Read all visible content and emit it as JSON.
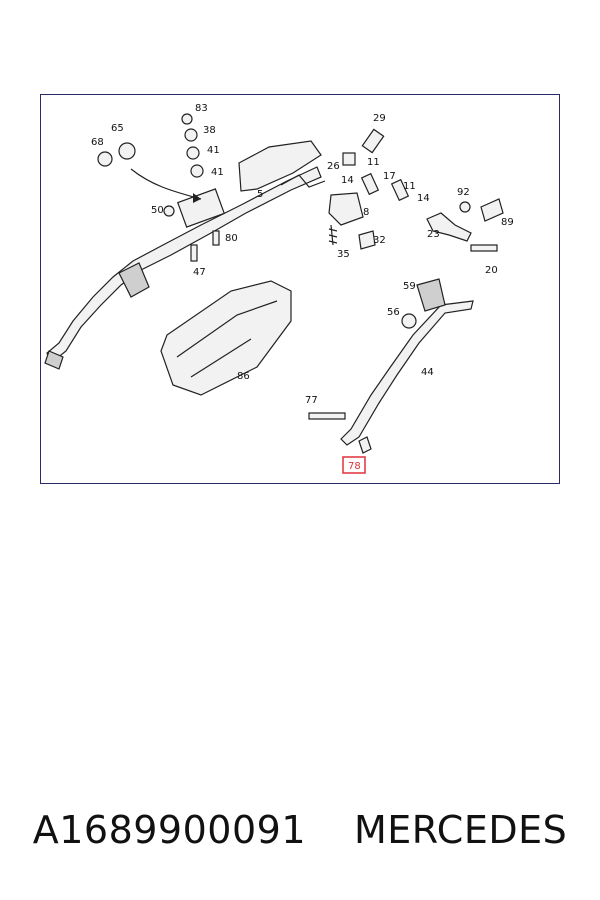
{
  "diagram": {
    "callouts": [
      "83",
      "38",
      "41",
      "41",
      "65",
      "68",
      "5",
      "29",
      "26",
      "11",
      "14",
      "17",
      "11",
      "14",
      "92",
      "89",
      "8",
      "23",
      "50",
      "80",
      "47",
      "32",
      "35",
      "20",
      "59",
      "56",
      "44",
      "86",
      "77",
      "78"
    ],
    "highlighted": "78",
    "colors": {
      "frame": "#2a2a6a",
      "highlight": "#e0303a",
      "ink": "#222222"
    }
  },
  "caption": {
    "part_number": "A1689900091",
    "brand": "MERCEDES"
  }
}
